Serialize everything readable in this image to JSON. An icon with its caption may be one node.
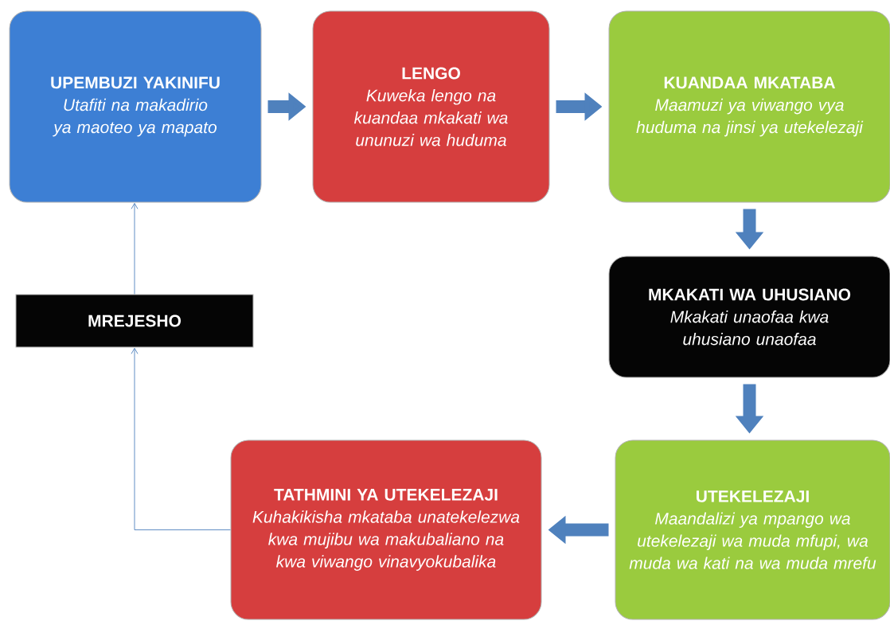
{
  "diagram": {
    "nodes": [
      {
        "text": [
          "UPEMBUZI YAKINIFU",
          "Utafiti na makadirio ya maoteo ya mapato"
        ]
      },
      {
        "text": [
          "LENGO",
          "Kuweka lengo na kuandaa mkakati wa ununuzi wa huduma"
        ]
      },
      {
        "text": [
          "KUANDAA MKATABA",
          "Maamuzi ya viwango vya huduma na jinsi ya utekelezaji"
        ]
      },
      {
        "text": [
          "MKAKATI WA UHUSIANO",
          "Mkakati unaofaa kwa uhusiano unaofaa"
        ]
      },
      {
        "text": [
          "UTEKELEZAJI",
          "Maandalizi ya mpango wa utekelezaji wa muda mfupi, wa muda wa kati na wa muda mrefu"
        ]
      },
      {
        "text": [
          "TATHMINI YA UTEKELEZAJI",
          "Kuhakikisha mkataba unatekelezwa kwa mujibu wa makubaliano na kwa viwango vinavyokubalika"
        ]
      },
      {
        "text": [
          "MREJESHO"
        ]
      }
    ],
    "edges": [
      {
        "from": 0,
        "to": 1,
        "arrow": "to"
      },
      {
        "from": 1,
        "to": 2,
        "arrow": "to"
      },
      {
        "from": 2,
        "to": 3,
        "arrow": "to"
      },
      {
        "from": 3,
        "to": 4,
        "arrow": "to"
      },
      {
        "from": 4,
        "to": 5,
        "arrow": "to"
      },
      {
        "from": 5,
        "to": 6,
        "arrow": "to"
      },
      {
        "from": 6,
        "to": 0,
        "arrow": "to"
      }
    ]
  }
}
